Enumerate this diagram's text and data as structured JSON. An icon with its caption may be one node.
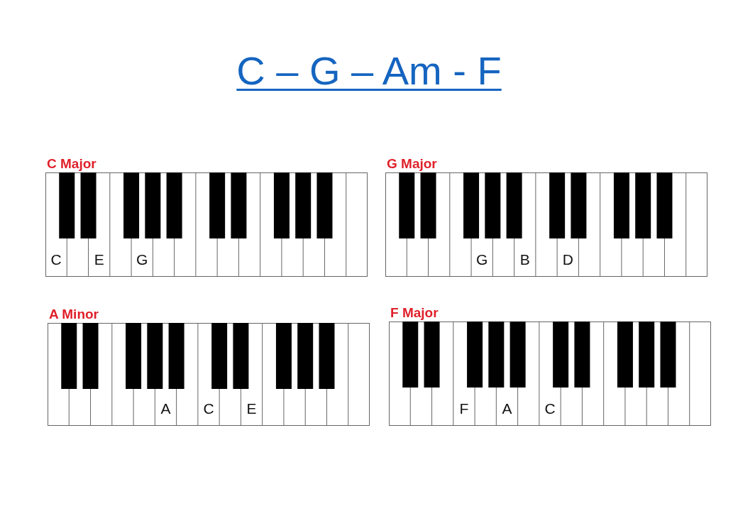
{
  "diagram": {
    "title": "C – G – Am - F",
    "nodes": [
      {
        "text": [
          "C Major",
          "C",
          "E",
          "G"
        ]
      },
      {
        "text": [
          "G Major",
          "G",
          "B",
          "D"
        ]
      },
      {
        "text": [
          "A Minor",
          "A",
          "C",
          "E"
        ]
      },
      {
        "text": [
          "F Major",
          "F",
          "A",
          "C"
        ]
      }
    ]
  }
}
